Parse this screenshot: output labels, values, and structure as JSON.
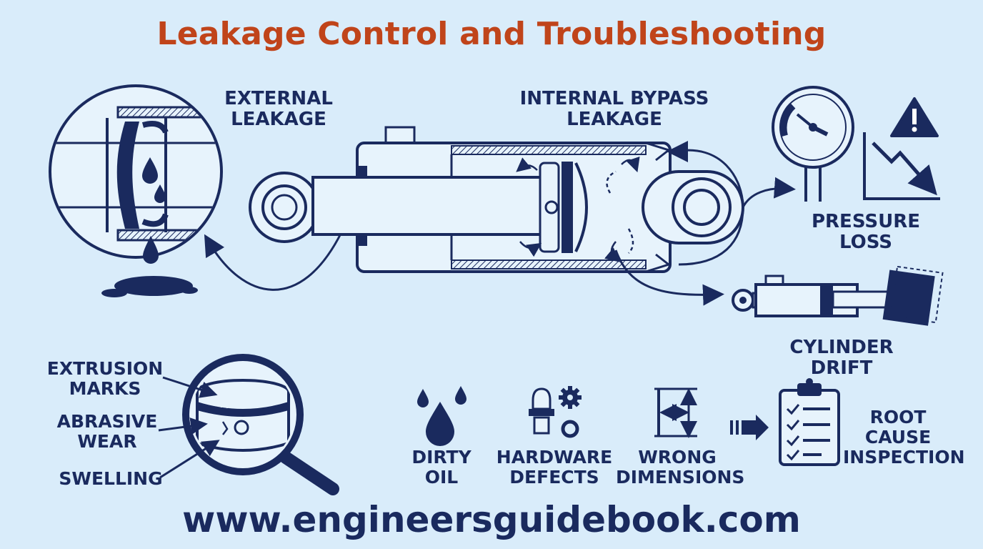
{
  "title": "Leakage Control and Troubleshooting",
  "labels": {
    "external_leakage": [
      "EXTERNAL",
      "LEAKAGE"
    ],
    "internal_bypass": [
      "INTERNAL BYPASS",
      "LEAKAGE"
    ],
    "pressure_loss": "PRESSURE LOSS",
    "cylinder_drift": "CYLINDER DRIFT",
    "extrusion_marks": [
      "EXTRUSION",
      "MARKS"
    ],
    "abrasive_wear": [
      "ABRASIVE",
      "WEAR"
    ],
    "swelling": "SWELLING",
    "dirty_oil": [
      "DIRTY",
      "OIL"
    ],
    "hardware_defects": [
      "HARDWARE",
      "DEFECTS"
    ],
    "wrong_dimensions": [
      "WRONG",
      "DIMENSIONS"
    ],
    "root_cause": [
      "ROOT CAUSE",
      "INSPECTION"
    ]
  },
  "footer": "www.engineersguidebook.com",
  "colors": {
    "background": "#d9ecfa",
    "navy": "#1a2a5e",
    "title": "#c0441a"
  },
  "icons": [
    "pressure-gauge-icon",
    "warning-icon",
    "dropping-graph-icon",
    "magnifier-icon",
    "oil-drops-icon",
    "bolt-gear-icon",
    "dimension-icon",
    "clipboard-checklist-icon",
    "arrow-right-icon"
  ]
}
